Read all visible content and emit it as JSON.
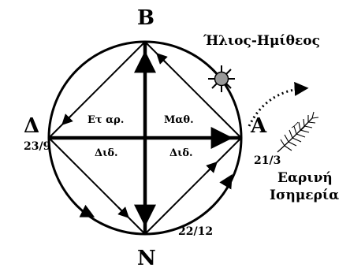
{
  "directions": {
    "north": "Β",
    "west": "Δ",
    "east": "Α",
    "south": "Ν"
  },
  "dates": {
    "west": "23/9",
    "east": "21/3",
    "south": "22/12"
  },
  "quadrants": {
    "upper_left": "Ετ αρ.",
    "upper_right": "Μαθ.",
    "lower_left": "Διδ.",
    "lower_right": "Διδ."
  },
  "title": "Ήλιος-Ημίθεος",
  "caption": {
    "line1": "Εαρινή",
    "line2": "Ισημερία"
  },
  "colors": {
    "ink": "#000000",
    "sun": "#9a9a9a"
  },
  "icons": [
    "sun-icon",
    "fern-leaf-icon",
    "dotted-arrow-icon"
  ]
}
